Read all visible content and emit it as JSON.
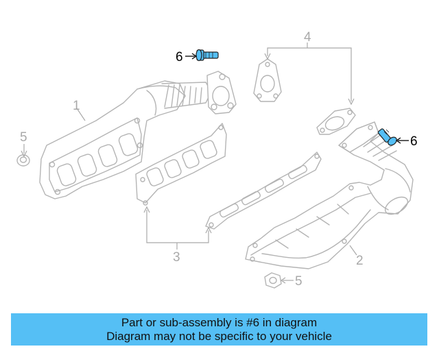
{
  "callouts": {
    "c1": "1",
    "c2": "2",
    "c3": "3",
    "c4": "4",
    "c5a": "5",
    "c5b": "5",
    "c6a": "6",
    "c6b": "6"
  },
  "highlight_part": "6",
  "colors": {
    "highlight_fill": "#55bff5",
    "part_line": "#b4b4b4",
    "banner_bg": "#55bff5"
  },
  "banner": {
    "line1": "Part or sub-assembly is #6 in diagram",
    "line2": "Diagram may not be specific to your vehicle"
  }
}
